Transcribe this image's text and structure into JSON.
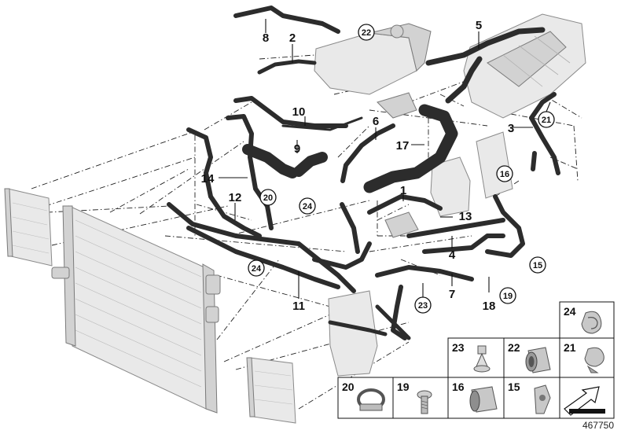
{
  "diagram": {
    "reference": "467750",
    "callouts": [
      {
        "id": "c1",
        "label": "1"
      },
      {
        "id": "c2",
        "label": "2"
      },
      {
        "id": "c3",
        "label": "3"
      },
      {
        "id": "c4",
        "label": "4"
      },
      {
        "id": "c5",
        "label": "5"
      },
      {
        "id": "c6",
        "label": "6"
      },
      {
        "id": "c7",
        "label": "7"
      },
      {
        "id": "c8",
        "label": "8"
      },
      {
        "id": "c9",
        "label": "9"
      },
      {
        "id": "c10",
        "label": "10"
      },
      {
        "id": "c11",
        "label": "11"
      },
      {
        "id": "c12",
        "label": "12"
      },
      {
        "id": "c13",
        "label": "13"
      },
      {
        "id": "c14",
        "label": "14"
      },
      {
        "id": "c17",
        "label": "17"
      },
      {
        "id": "c18",
        "label": "18"
      }
    ],
    "circled": [
      {
        "id": "o22",
        "label": "22"
      },
      {
        "id": "o21",
        "label": "21"
      },
      {
        "id": "o16",
        "label": "16"
      },
      {
        "id": "o20",
        "label": "20"
      },
      {
        "id": "o24a",
        "label": "24"
      },
      {
        "id": "o24b",
        "label": "24"
      },
      {
        "id": "o15",
        "label": "15"
      },
      {
        "id": "o19",
        "label": "19"
      },
      {
        "id": "o23",
        "label": "23"
      }
    ],
    "legend": [
      {
        "id": "l24",
        "label": "24"
      },
      {
        "id": "l23",
        "label": "23"
      },
      {
        "id": "l22",
        "label": "22"
      },
      {
        "id": "l21",
        "label": "21"
      },
      {
        "id": "l20",
        "label": "20"
      },
      {
        "id": "l19",
        "label": "19"
      },
      {
        "id": "l16",
        "label": "16"
      },
      {
        "id": "l15",
        "label": "15"
      }
    ]
  }
}
